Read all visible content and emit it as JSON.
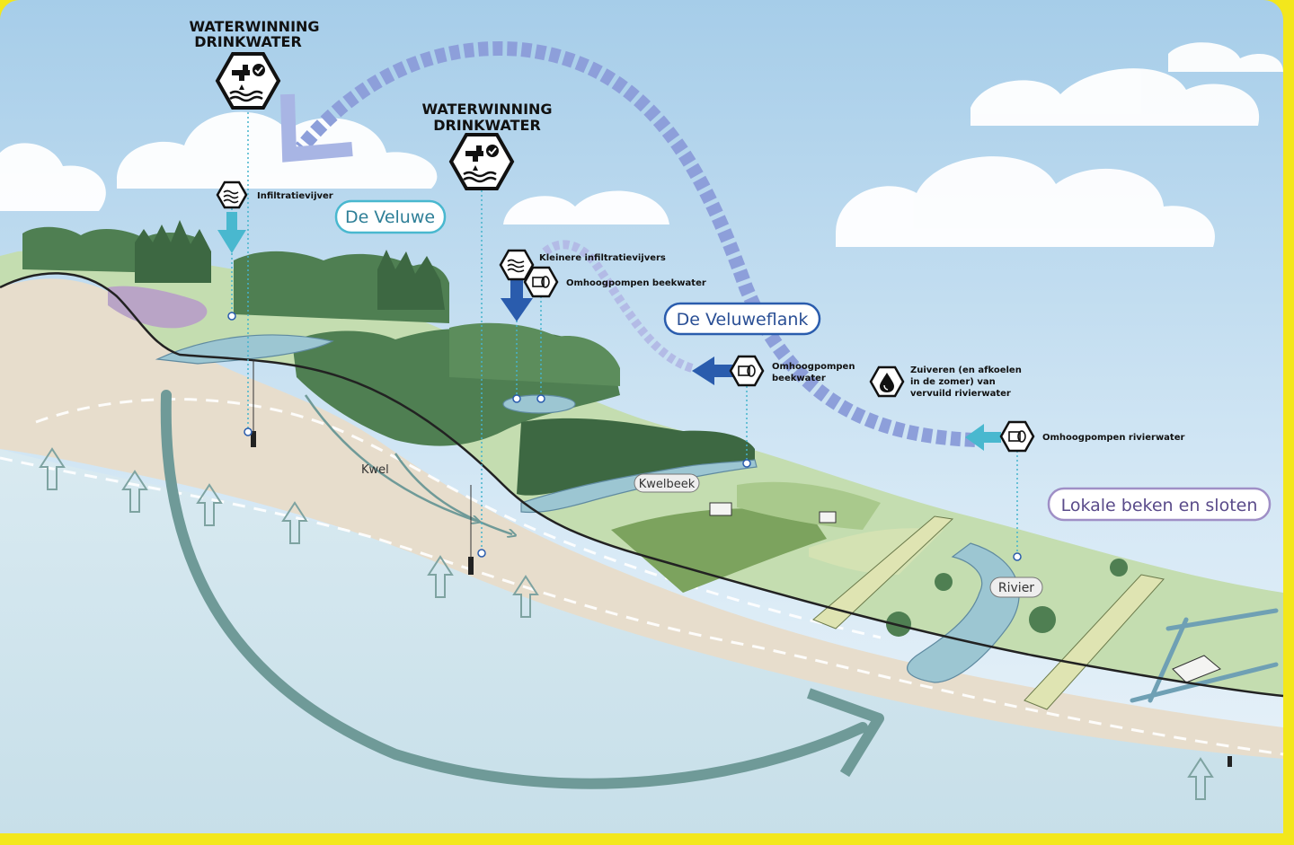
{
  "colors": {
    "sky_top": "#a9cfea",
    "sky_bottom": "#e4f0f8",
    "frame_yellow": "#f3e71c",
    "forest": "#4f7f52",
    "forest_dark": "#3d6842",
    "meadow": "#bcd9a8",
    "heath": "#b9a4c6",
    "sand": "#e7ddcc",
    "groundwater": "#d3e6ee",
    "water_blue": "#8fc1d0",
    "teal_arrow": "#6f9a98",
    "blue_dark": "#2a5cad",
    "cyan": "#49b8cf",
    "periwinkle": "#8d9fda",
    "lavender": "#9f8fc6"
  },
  "regions": {
    "veluwe": "De Veluwe",
    "veluweflank": "De Veluweflank",
    "lokale": "Lokale beken en sloten"
  },
  "main_labels": {
    "waterwinning_1_line1": "WATERWINNING",
    "waterwinning_1_line2": "DRINKWATER",
    "waterwinning_2_line1": "WATERWINNING",
    "waterwinning_2_line2": "DRINKWATER"
  },
  "small_labels": {
    "infiltratievijver": "Infiltratievijver",
    "kleinere": "Kleinere infiltratievijvers",
    "omhoog_beek_1": "Omhoogpompen beekwater",
    "omhoog_beek_2_line1": "Omhoogpompen",
    "omhoog_beek_2_line2": "beekwater",
    "zuiveren_line1": "Zuiveren (en afkoelen",
    "zuiveren_line2": "in de zomer) van",
    "zuiveren_line3": "vervuild rivierwater",
    "omhoog_rivier": "Omhoogpompen rivierwater"
  },
  "features": {
    "kwel": "Kwel",
    "kwelbeek": "Kwelbeek",
    "rivier": "Rivier"
  },
  "icons": [
    "tap-water-check-icon",
    "pond-waves-icon",
    "pump-pipe-icon",
    "purify-drop-icon"
  ]
}
